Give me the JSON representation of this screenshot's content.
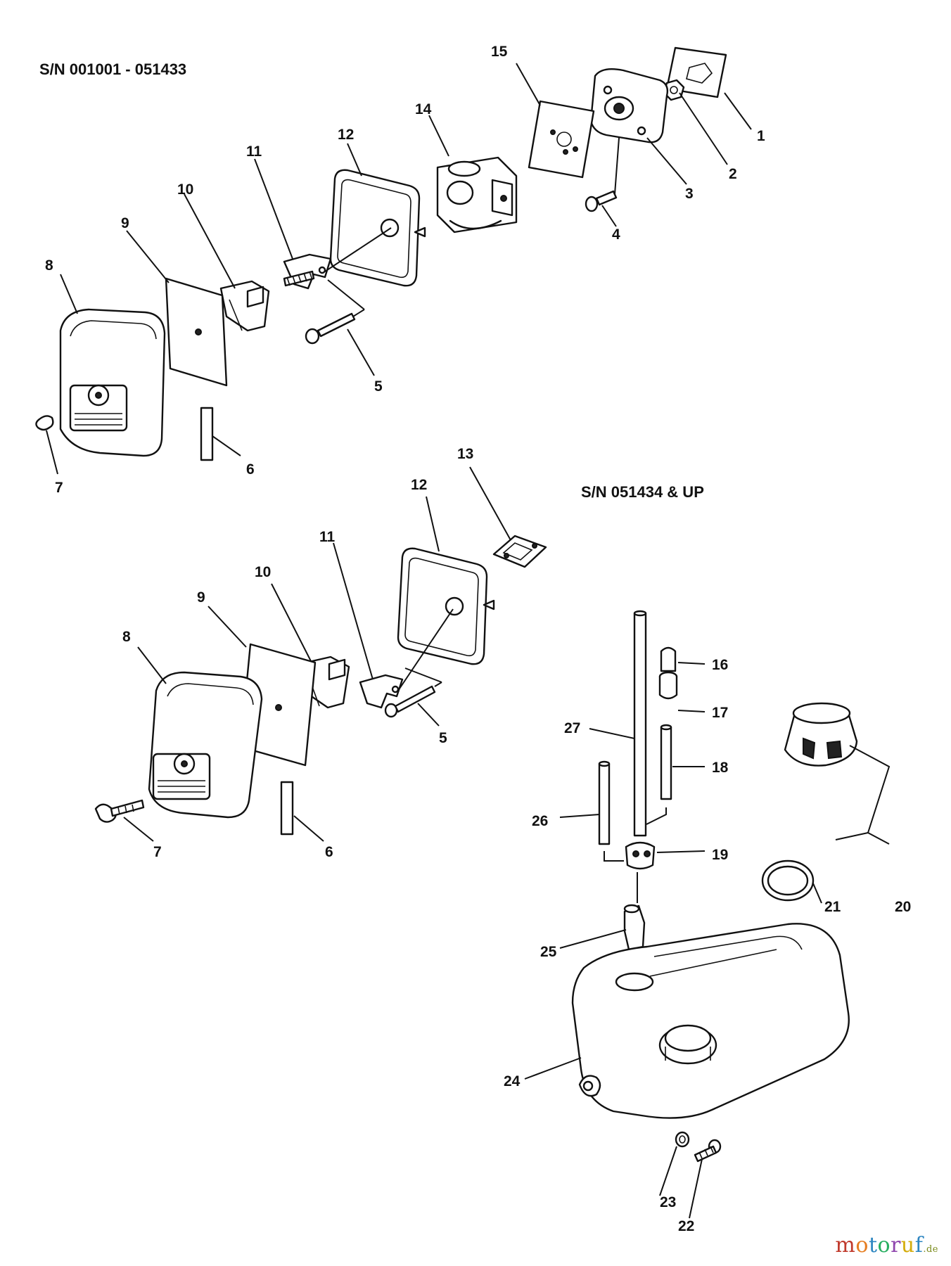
{
  "sections": {
    "early": "S/N  001001 - 051433",
    "late": "S/N 051434 & UP"
  },
  "callouts": {
    "c1": "1",
    "c2": "2",
    "c3": "3",
    "c4": "4",
    "c5a": "5",
    "c6a": "6",
    "c7a": "7",
    "c8a": "8",
    "c9a": "9",
    "c10a": "10",
    "c11a": "11",
    "c12a": "12",
    "c14": "14",
    "c15": "15",
    "c5b": "5",
    "c6b": "6",
    "c7b": "7",
    "c8b": "8",
    "c9b": "9",
    "c10b": "10",
    "c11b": "11",
    "c12b": "12",
    "c13": "13",
    "c16": "16",
    "c17": "17",
    "c18": "18",
    "c19": "19",
    "c20": "20",
    "c21": "21",
    "c22": "22",
    "c23": "23",
    "c24": "24",
    "c25": "25",
    "c26": "26",
    "c27": "27"
  },
  "watermark": {
    "brand": "motoruf",
    "suffix": ".de",
    "letter_colors": [
      "#c0392b",
      "#e67e22",
      "#2e86c1",
      "#27ae60",
      "#8e44ad",
      "#d4ac0d",
      "#2e86c1"
    ]
  }
}
